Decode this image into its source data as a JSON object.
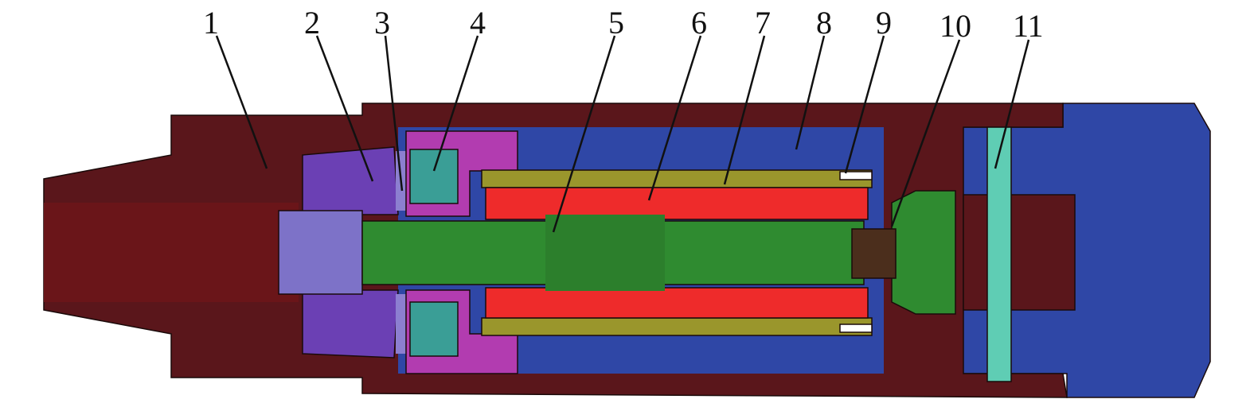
{
  "diagram": {
    "type": "cross-section assembly drawing",
    "labels": [
      "1",
      "2",
      "3",
      "4",
      "5",
      "6",
      "7",
      "8",
      "9",
      "10",
      "11"
    ],
    "colors": {
      "housing": "#5a161b",
      "bore": "#6a1519",
      "purple": "#6b40b4",
      "lavender": "#8c7fd0",
      "teal": "#3a9e96",
      "magenta": "#b23cb0",
      "blue": "#2f47a6",
      "olive": "#9a962c",
      "red": "#ee2b2b",
      "green": "#2f8b30",
      "brown": "#4b2e1c",
      "cyan": "#5fcdb4"
    }
  }
}
